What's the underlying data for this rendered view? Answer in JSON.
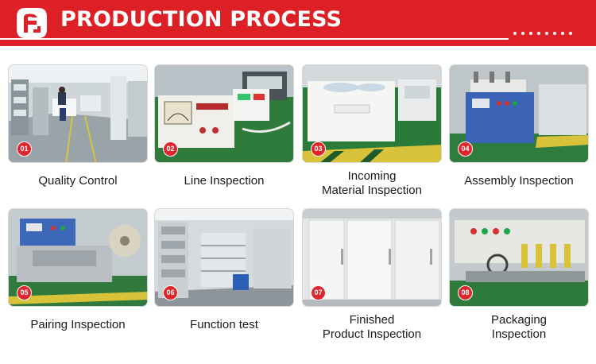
{
  "header": {
    "title": "PRODUCTION PROCESS",
    "colors": {
      "banner": "#dd1f26",
      "text": "#ffffff"
    }
  },
  "steps": [
    {
      "number": "01",
      "label_lines": [
        "Quality Control"
      ]
    },
    {
      "number": "02",
      "label_lines": [
        "Line Inspection"
      ]
    },
    {
      "number": "03",
      "label_lines": [
        "Incoming",
        "Material Inspection"
      ]
    },
    {
      "number": "04",
      "label_lines": [
        "Assembly Inspection"
      ]
    },
    {
      "number": "05",
      "label_lines": [
        "Pairing Inspection"
      ]
    },
    {
      "number": "06",
      "label_lines": [
        "Function test"
      ]
    },
    {
      "number": "07",
      "label_lines": [
        "Finished",
        "Product Inspection"
      ]
    },
    {
      "number": "08",
      "label_lines": [
        "Packaging",
        "Inspection"
      ]
    }
  ],
  "badge_color": "#e0262d"
}
